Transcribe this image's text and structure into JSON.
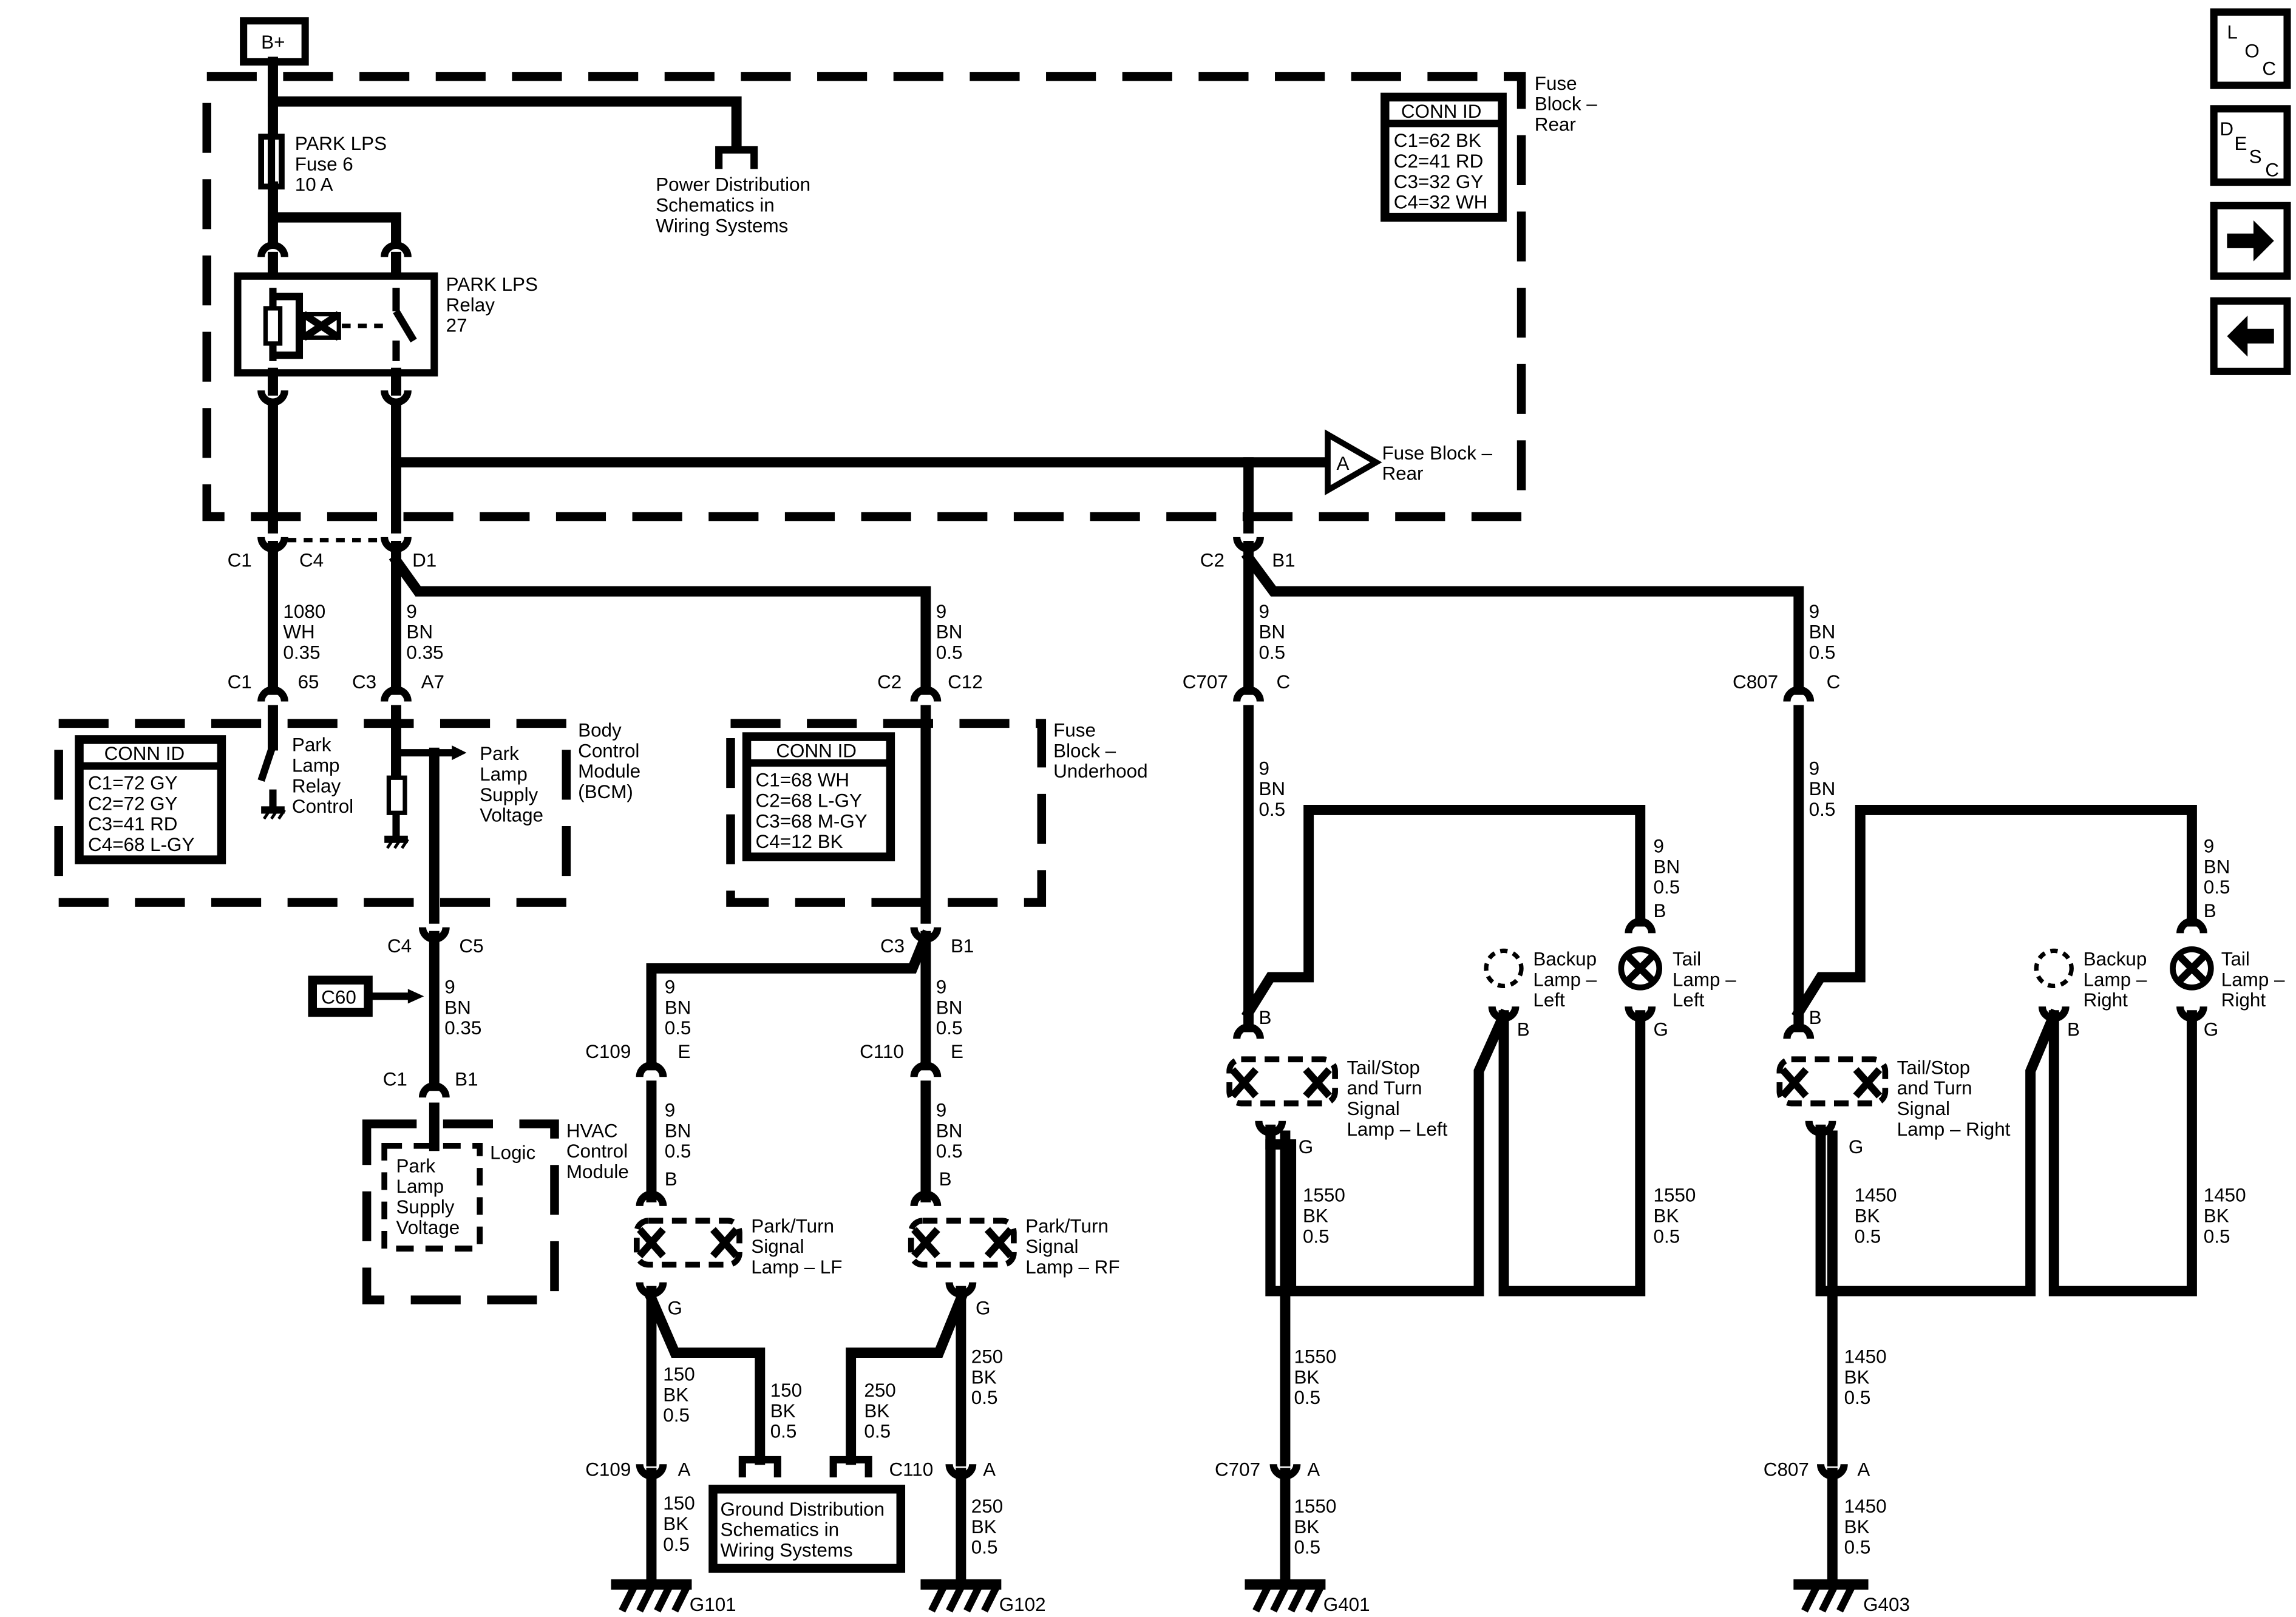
{
  "battery": "B+",
  "nav": {
    "loc": [
      "L",
      "O",
      "C"
    ],
    "desc": [
      "D",
      "E",
      "S",
      "C"
    ]
  },
  "fuse_block_rear": {
    "title": [
      "Fuse",
      "Block –",
      "Rear"
    ],
    "conn_id_title": "CONN ID",
    "conn_ids": [
      "C1=62 BK",
      "C2=41 RD",
      "C3=32 GY",
      "C4=32 WH"
    ]
  },
  "fuse6": [
    "PARK LPS",
    "Fuse 6",
    "10 A"
  ],
  "relay": [
    "PARK LPS",
    "Relay",
    "27"
  ],
  "power_dist": [
    "Power Distribution",
    "Schematics in",
    "Wiring Systems"
  ],
  "offpage_a": {
    "letter": "A",
    "label": [
      "Fuse Block –",
      "Rear"
    ]
  },
  "bcm": {
    "title": [
      "Body",
      "Control",
      "Module",
      "(BCM)"
    ],
    "conn_id_title": "CONN ID",
    "conn_ids": [
      "C1=72 GY",
      "C2=72 GY",
      "C3=41 RD",
      "C4=68 L-GY"
    ],
    "relay_ctrl": [
      "Park",
      "Lamp",
      "Relay",
      "Control"
    ],
    "supply": [
      "Park",
      "Lamp",
      "Supply",
      "Voltage"
    ]
  },
  "fuse_block_underhood": {
    "title": [
      "Fuse",
      "Block –",
      "Underhood"
    ],
    "conn_id_title": "CONN ID",
    "conn_ids": [
      "C1=68 WH",
      "C2=68 L-GY",
      "C3=68 M-GY",
      "C4=12 BK"
    ]
  },
  "hvac": {
    "title": [
      "HVAC",
      "Control",
      "Module"
    ],
    "logic": "Logic",
    "inner": [
      "Park",
      "Lamp",
      "Supply",
      "Voltage"
    ]
  },
  "c60": "C60",
  "wires": {
    "w1080": [
      "1080",
      "WH",
      "0.35"
    ],
    "w9_035": [
      "9",
      "BN",
      "0.35"
    ],
    "w9_05": [
      "9",
      "BN",
      "0.5"
    ],
    "w150": [
      "150",
      "BK",
      "0.5"
    ],
    "w250": [
      "250",
      "BK",
      "0.5"
    ],
    "w1550": [
      "1550",
      "BK",
      "0.5"
    ],
    "w1450": [
      "1450",
      "BK",
      "0.5"
    ]
  },
  "connectors": {
    "C1": "C1",
    "C2": "C2",
    "C3": "C3",
    "C4": "C4",
    "C5": "C5",
    "D1": "D1",
    "B1": "B1",
    "n65": "65",
    "A7": "A7",
    "C12": "C12",
    "C": "C",
    "E": "E",
    "B": "B",
    "G": "G",
    "A": "A",
    "C707": "C707",
    "C807": "C807",
    "C109": "C109",
    "C110": "C110"
  },
  "lamps": {
    "lf": [
      "Park/Turn",
      "Signal",
      "Lamp – LF"
    ],
    "rf": [
      "Park/Turn",
      "Signal",
      "Lamp – RF"
    ],
    "tsl": [
      "Tail/Stop",
      "and Turn",
      "Signal",
      "Lamp – Left"
    ],
    "tsr": [
      "Tail/Stop",
      "and Turn",
      "Signal",
      "Lamp – Right"
    ],
    "backup_l": [
      "Backup",
      "Lamp –",
      "Left"
    ],
    "backup_r": [
      "Backup",
      "Lamp –",
      "Right"
    ],
    "tail_l": [
      "Tail",
      "Lamp –",
      "Left"
    ],
    "tail_r": [
      "Tail",
      "Lamp –",
      "Right"
    ]
  },
  "ground_dist": [
    "Ground Distribution",
    "Schematics in",
    "Wiring Systems"
  ],
  "grounds": {
    "g101": "G101",
    "g102": "G102",
    "g401": "G401",
    "g403": "G403"
  }
}
